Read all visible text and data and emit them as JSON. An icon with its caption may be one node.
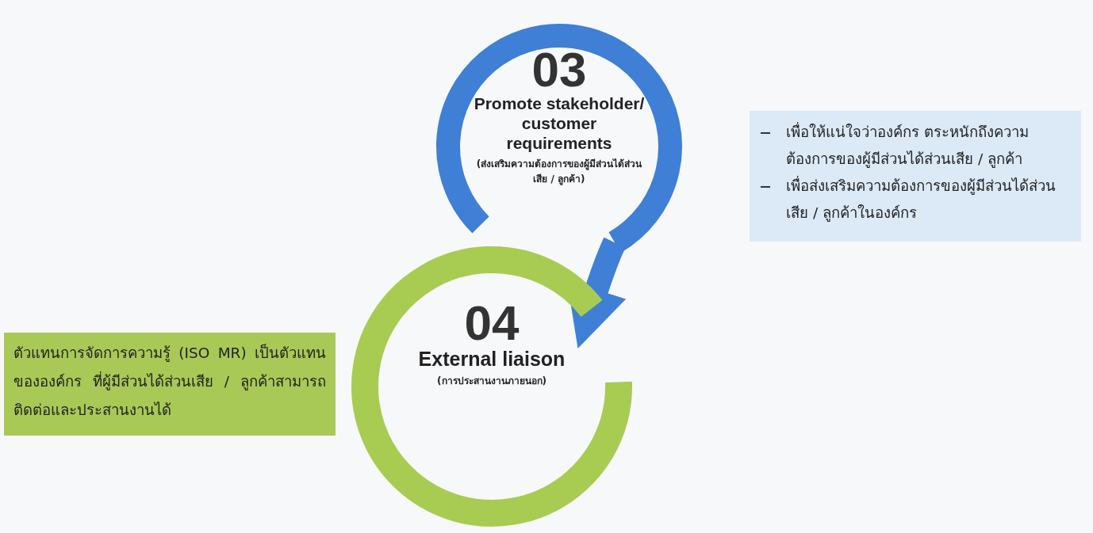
{
  "diagram": {
    "nodes": [
      {
        "text": [
          "03",
          "Promote stakeholder/ customer requirements",
          "(ส่งเสริมความต้องการของผู้มีส่วนได้ส่วนเสีย / ลูกค้า)"
        ]
      },
      {
        "text": [
          "เพื่อให้แน่ใจว่าองค์กร ตระหนักถึงความต้องการของผู้มีส่วนได้ส่วนเสีย / ลูกค้า",
          "เพื่อส่งเสริมความต้องการของผู้มีส่วนได้ส่วนเสีย / ลูกค้าในองค์กร"
        ]
      },
      {
        "text": [
          "04",
          "External liaison",
          "(การประสานงานภายนอก)"
        ]
      },
      {
        "text": [
          "ตัวแทนการจัดการความรู้ (ISO MR) เป็นตัวแทนขององค์กร ที่ผู้มีส่วนได้ส่วนเสีย / ลูกค้าสามารถติดต่อและประสานงานได้"
        ]
      }
    ],
    "edges": [
      {
        "from": 0,
        "to": 2,
        "arrow": "to"
      }
    ]
  }
}
